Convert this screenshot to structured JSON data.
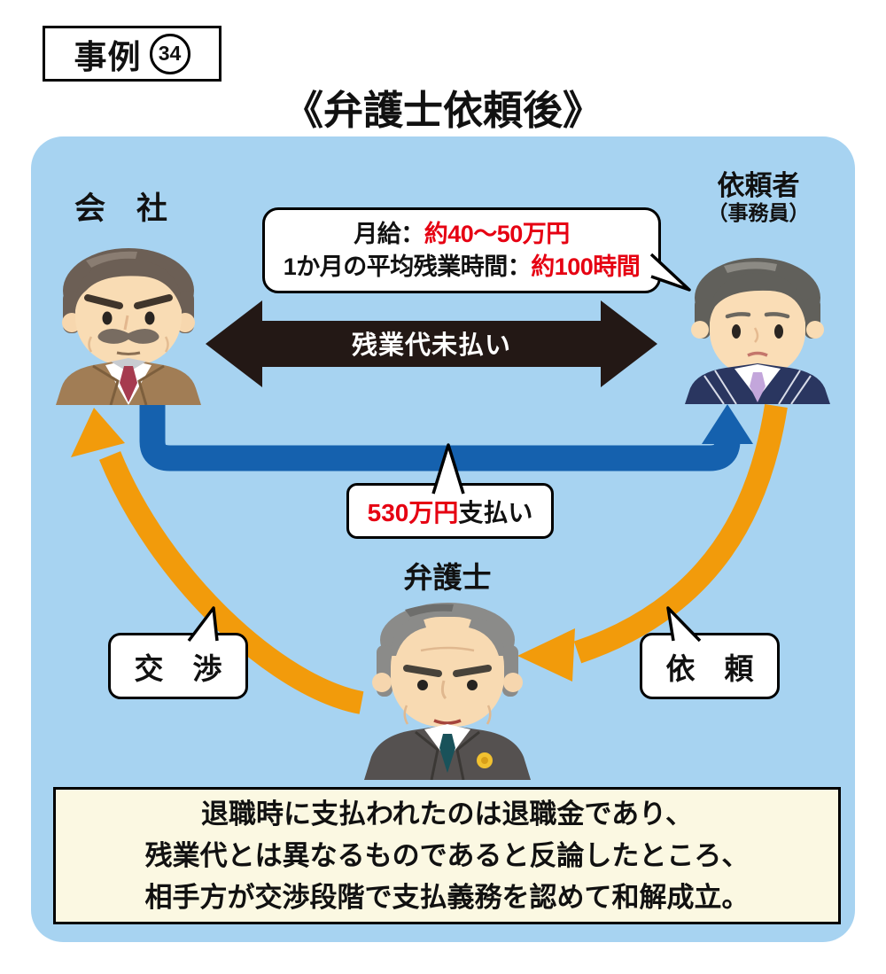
{
  "badge": {
    "label": "事例",
    "number": "34"
  },
  "title": "《弁護士依頼後》",
  "actors": {
    "company": {
      "label": "会　社"
    },
    "client": {
      "label": "依頼者",
      "sublabel": "（事務員）"
    },
    "lawyer": {
      "label": "弁護士"
    }
  },
  "info_bubble": {
    "line1": {
      "label": "月給：",
      "value": "約40～50万円"
    },
    "line2": {
      "label": "1か月の平均残業時間：",
      "value": "約100時間"
    }
  },
  "dispute_arrow": {
    "label": "残業代未払い"
  },
  "payment_bubble": {
    "value": "530万円",
    "suffix": "支払い"
  },
  "negotiation_bubble": {
    "label": "交　渉"
  },
  "request_bubble": {
    "label": "依　頼"
  },
  "summary": {
    "lines": [
      "退職時に支払われたのは退職金であり、",
      "残業代とは異なるものであると反論したところ、",
      "相手方が交渉段階で支払義務を認めて和解成立。"
    ]
  },
  "colors": {
    "panel_bg": "#A7D3F1",
    "arrow_black": "#231815",
    "arrow_blue": "#1561AE",
    "arrow_orange": "#F29B0B",
    "highlight_red": "#E60012",
    "summary_bg": "#FBF8E2",
    "bubble_border": "#000000"
  }
}
